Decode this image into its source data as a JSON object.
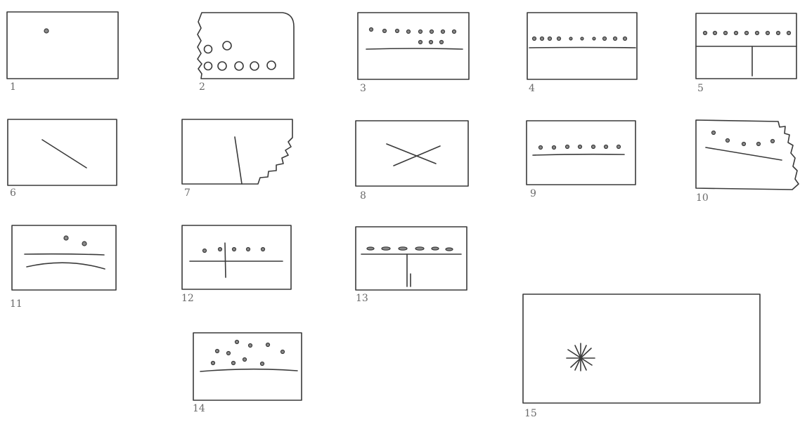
{
  "figure_labels": [
    "1",
    "2",
    "3",
    "4",
    "5",
    "6",
    "7",
    "8",
    "9",
    "10",
    "11",
    "12",
    "13",
    "14",
    "15"
  ]
}
